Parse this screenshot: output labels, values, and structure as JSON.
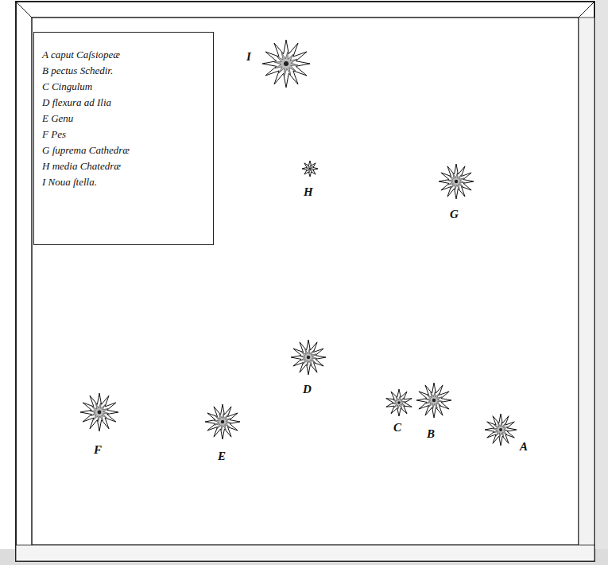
{
  "diagram": {
    "nodes": [
      {
        "text": [
          "A caput Caſsiopeæ",
          "B pectus Schedir.",
          "C Cingulum",
          "D flexura ad Ilia",
          "E Genu",
          "F Pes",
          "G ſuprema Cathedræ",
          "H media Chatedræ",
          "I Noua ſtella."
        ]
      }
    ],
    "labels": [
      "I",
      "H",
      "G",
      "D",
      "C",
      "B",
      "F",
      "E",
      "A"
    ]
  }
}
